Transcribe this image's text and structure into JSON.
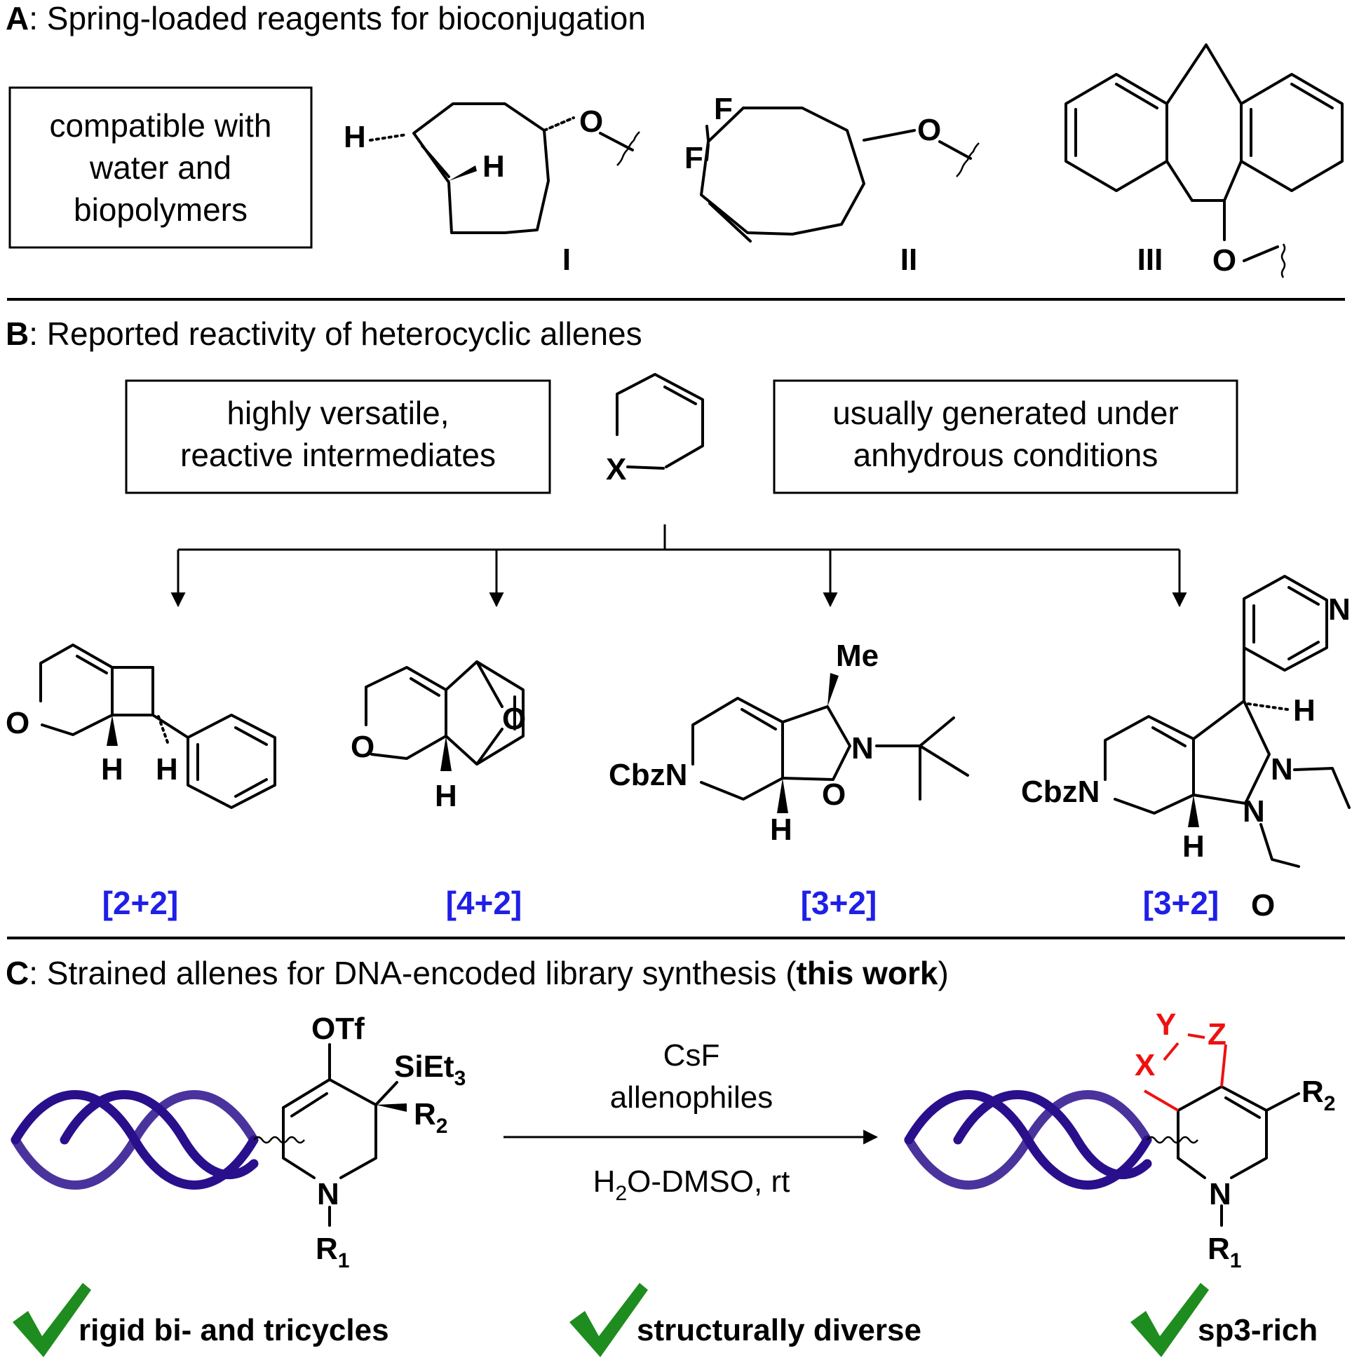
{
  "panel_a": {
    "letter": "A",
    "title": ": Spring-loaded reagents for bioconjugation",
    "box_lines": [
      "compatible with",
      "water and",
      "biopolymers"
    ],
    "compound_labels": [
      "I",
      "II",
      "III"
    ],
    "atoms": {
      "H": "H",
      "O": "O",
      "F": "F"
    }
  },
  "panel_b": {
    "letter": "B",
    "title": ": Reported reactivity of heterocyclic allenes",
    "left_box": [
      "highly versatile,",
      "reactive intermediates"
    ],
    "right_box": [
      "usually generated under",
      "anhydrous conditions"
    ],
    "core_atom": "X",
    "cycloadditions": [
      "[2+2]",
      "[4+2]",
      "[3+2]",
      "[3+2]"
    ],
    "labels": {
      "me": "Me",
      "cbzn": "CbzN",
      "n": "N",
      "o": "O",
      "h": "H"
    }
  },
  "panel_c": {
    "letter": "C",
    "title_pre": ": Strained allenes for DNA-encoded library synthesis (",
    "title_bold": "this work",
    "title_post": ")",
    "reagents": [
      "CsF",
      "allenophiles"
    ],
    "conditions": {
      "pre": "H",
      "sub": "2",
      "post": "O-DMSO, rt"
    },
    "sm_labels": {
      "otf": "OTf",
      "siet": "SiEt",
      "siet_sub": "3",
      "r2": "R",
      "r2_sub": "2",
      "n": "N",
      "r1": "R",
      "r1_sub": "1"
    },
    "prod_labels": {
      "x": "X",
      "y": "Y",
      "z": "Z"
    },
    "checks": [
      "rigid bi- and tricycles",
      "structurally diverse",
      "sp3-rich"
    ]
  },
  "colors": {
    "blue_label": "#1f1fe8",
    "red_bonds": "#ee1111",
    "dna": "#2a0f8c",
    "check": "#1e8c1e"
  }
}
